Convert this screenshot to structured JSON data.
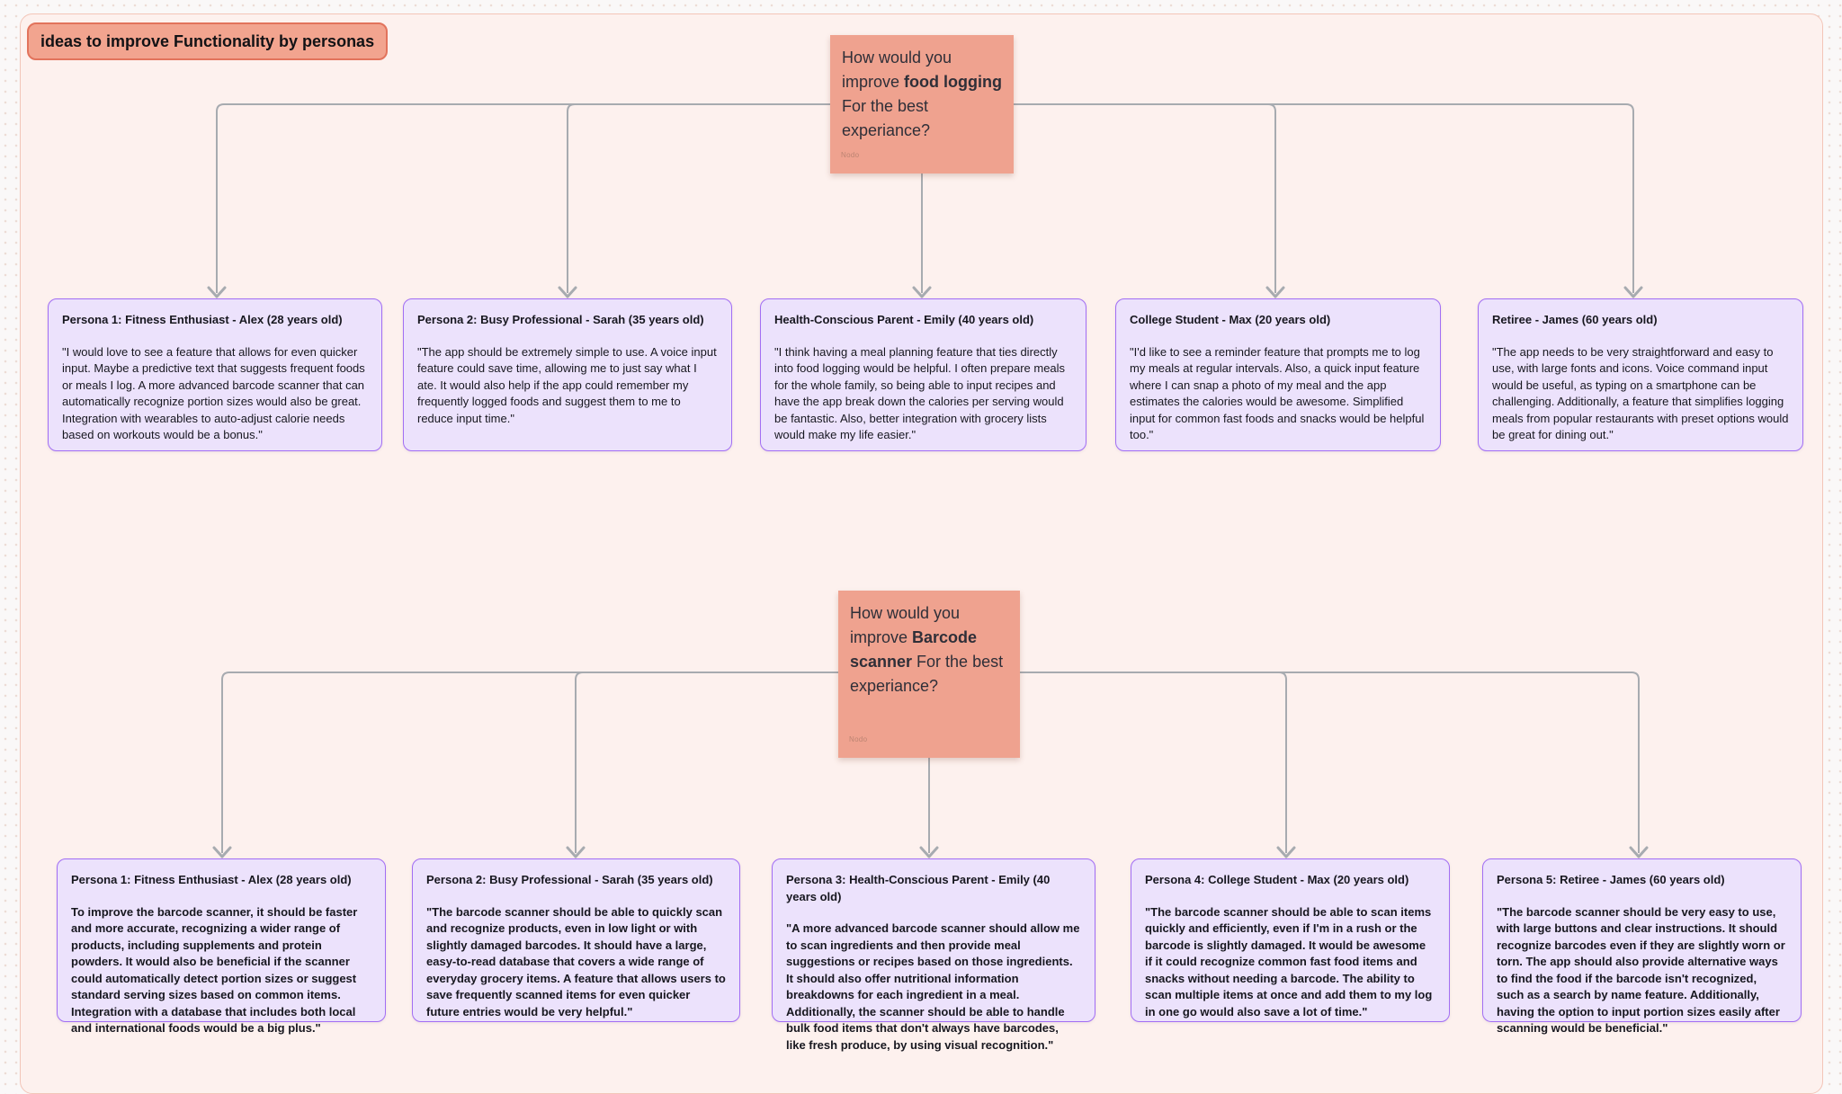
{
  "colors": {
    "sticky": "#EFA28F",
    "card_bg": "#ECE2FC",
    "card_border": "#A26EF4",
    "frame_bg": "#FDF1EE",
    "frame_border": "#F3C5B8",
    "connector": "#A7ABB0",
    "chip_bg": "#F2A48F",
    "chip_border": "#E2735C",
    "ink": "#17171F"
  },
  "frame": {
    "title": "ideas to improve Functionality by personas"
  },
  "groups": [
    {
      "question": {
        "prefix": "How would you improve ",
        "bold": "food logging",
        "suffix": " For the best experiance?",
        "watermark": "Nodo"
      },
      "personas": [
        {
          "title": "Persona 1: Fitness Enthusiast - Alex (28 years old)",
          "body": "\"I would love to see a feature that allows for even quicker input. Maybe a predictive text that suggests frequent foods or meals I log. A more advanced barcode scanner that can automatically recognize portion sizes would also be great. Integration with wearables to auto-adjust calorie needs based on workouts would be a bonus.\""
        },
        {
          "title": "Persona 2: Busy Professional - Sarah (35 years old)",
          "body": " \"The app should be extremely simple to use. A voice input feature could save time, allowing me to just say what I ate. It would also help if the app could remember my frequently logged foods and suggest them to me to reduce input time.\""
        },
        {
          "title": "Health-Conscious Parent - Emily (40 years old)",
          "body": "\"I think having a meal planning feature that ties directly into food logging would be helpful. I often prepare meals for the whole family, so being able to input recipes and have the app break down the calories per serving would be fantastic. Also, better integration with grocery lists would make my life easier.\""
        },
        {
          "title": "College Student - Max (20 years old)",
          "body": "\"I'd like to see a reminder feature that prompts me to log my meals at regular intervals. Also, a quick input feature where I can snap a photo of my meal and the app estimates the calories would be awesome. Simplified input for common fast foods and snacks would be helpful too.\""
        },
        {
          "title": "Retiree - James (60 years old)",
          "body": "\"The app needs to be very straightforward and easy to use, with large fonts and icons. Voice command input would be useful, as typing on a smartphone can be challenging. Additionally, a feature that simplifies logging meals from popular restaurants with preset options would be great for dining out.\""
        }
      ]
    },
    {
      "question": {
        "prefix": "How would you improve ",
        "bold": "Barcode scanner",
        "suffix": " For the best experiance?",
        "watermark": "Nodo"
      },
      "personas": [
        {
          "title": "Persona 1: Fitness Enthusiast - Alex (28 years old)",
          "body": "To improve the barcode scanner, it should be faster and more accurate, recognizing a wider range of products, including supplements and protein powders. It would also be beneficial if the scanner could automatically detect portion sizes or suggest standard serving sizes based on common items. Integration with a database that includes both local and international foods would be a big plus.\""
        },
        {
          "title": "Persona 2: Busy Professional - Sarah (35 years old)",
          "body": "\"The barcode scanner should be able to quickly scan and recognize products, even in low light or with slightly damaged barcodes. It should have a large, easy-to-read database that covers a wide range of everyday grocery items. A feature that allows users to save frequently scanned items for even quicker future entries would be very helpful.\""
        },
        {
          "title": "Persona 3: Health-Conscious Parent - Emily (40 years old)",
          "body": "\"A more advanced barcode scanner should allow me to scan ingredients and then provide meal suggestions or recipes based on those ingredients. It should also offer nutritional information breakdowns for each ingredient in a meal. Additionally, the scanner should be able to handle bulk food items that don't always have barcodes, like fresh produce, by using visual recognition.\""
        },
        {
          "title": "Persona 4: College Student - Max (20 years old)",
          "body": "\"The barcode scanner should be able to scan items quickly and efficiently, even if I'm in a rush or the barcode is slightly damaged. It would be awesome if it could recognize common fast food items and snacks without needing a barcode. The ability to scan multiple items at once and add them to my log in one go would also save a lot of time.\""
        },
        {
          "title": "Persona 5: Retiree - James (60 years old)",
          "body": "\"The barcode scanner should be very easy to use, with large buttons and clear instructions. It should recognize barcodes even if they are slightly worn or torn. The app should also provide alternative ways to find the food if the barcode isn't recognized, such as a search by name feature. Additionally, having the option to input portion sizes easily after scanning would be beneficial.\""
        }
      ]
    }
  ]
}
